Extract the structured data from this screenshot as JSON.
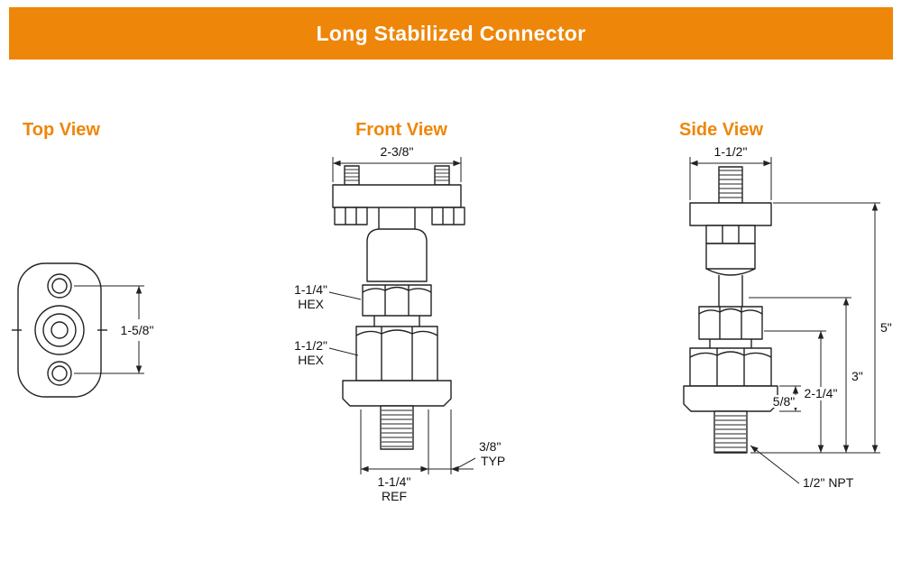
{
  "header": {
    "title": "Long Stabilized Connector"
  },
  "colors": {
    "accent": "#EE8609",
    "line": "#222222"
  },
  "views": {
    "top": {
      "heading": "Top View",
      "dim_height": "1-5/8\""
    },
    "front": {
      "heading": "Front View",
      "dim_width": "2-3/8\"",
      "hex_small_size": "1-1/4\"",
      "hex_small_label": "HEX",
      "hex_large_size": "1-1/2\"",
      "hex_large_label": "HEX",
      "ref_size": "1-1/4\"",
      "ref_label": "REF",
      "typ_size": "3/8\"",
      "typ_label": "TYP"
    },
    "side": {
      "heading": "Side View",
      "dim_width": "1-1/2\"",
      "dim_overall": "5\"",
      "dim_three": "3\"",
      "dim_two_quarter": "2-1/4\"",
      "dim_five_eighth": "5/8\"",
      "thread_label": "1/2\" NPT"
    }
  }
}
